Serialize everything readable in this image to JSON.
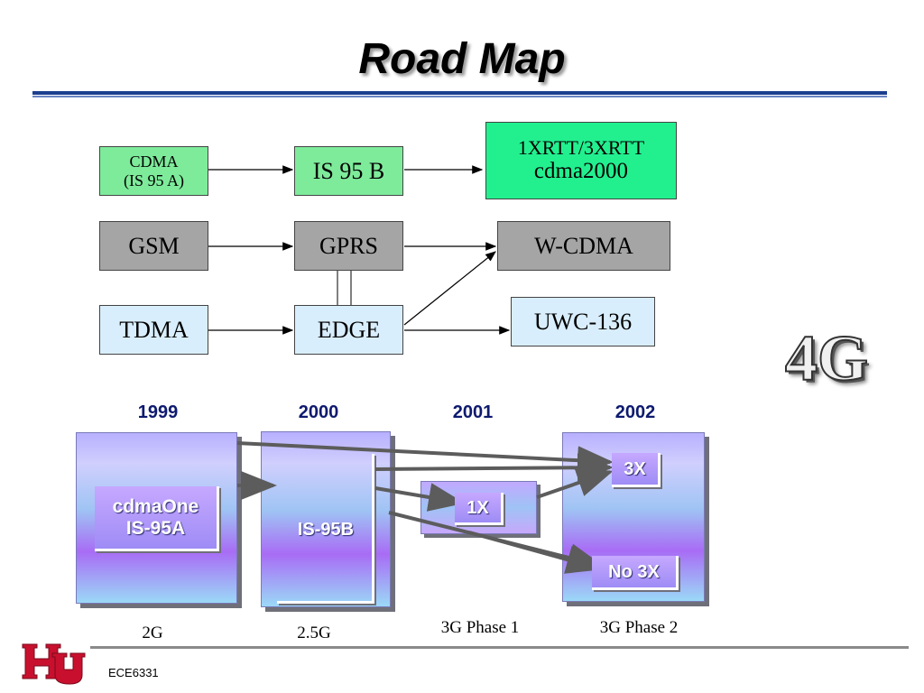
{
  "title": "Road Map",
  "top_diagram": {
    "cdma": [
      "CDMA",
      "(IS 95 A)"
    ],
    "is95b": "IS 95 B",
    "cdma2000": [
      "1XRTT/3XRTT",
      "cdma2000"
    ],
    "gsm": "GSM",
    "gprs": "GPRS",
    "wcdma": "W-CDMA",
    "tdma": "TDMA",
    "edge": "EDGE",
    "uwc136": "UWC-136"
  },
  "badge_4g": "4G",
  "timeline": {
    "years": [
      "1999",
      "2000",
      "2001",
      "2002"
    ],
    "cdmaone": [
      "cdmaOne",
      "IS-95A"
    ],
    "is95b": "IS-95B",
    "onex": "1X",
    "threex": "3X",
    "no3x": "No 3X",
    "generations": [
      "2G",
      "2.5G",
      "3G Phase 1",
      "3G Phase 2"
    ]
  },
  "footer": "ECE6331",
  "colors": {
    "title_rule": "#1c3f8e",
    "year_text": "#0d1a6e",
    "cdma_box": "#7eeb9b",
    "cdma2000_box": "#22f08f",
    "gsm_family_box": "#a5a5a5",
    "tdma_family_box": "#d9eefc",
    "logo_red": "#c8102e"
  },
  "icons": {
    "logo": "uh-interlocking-logo"
  }
}
